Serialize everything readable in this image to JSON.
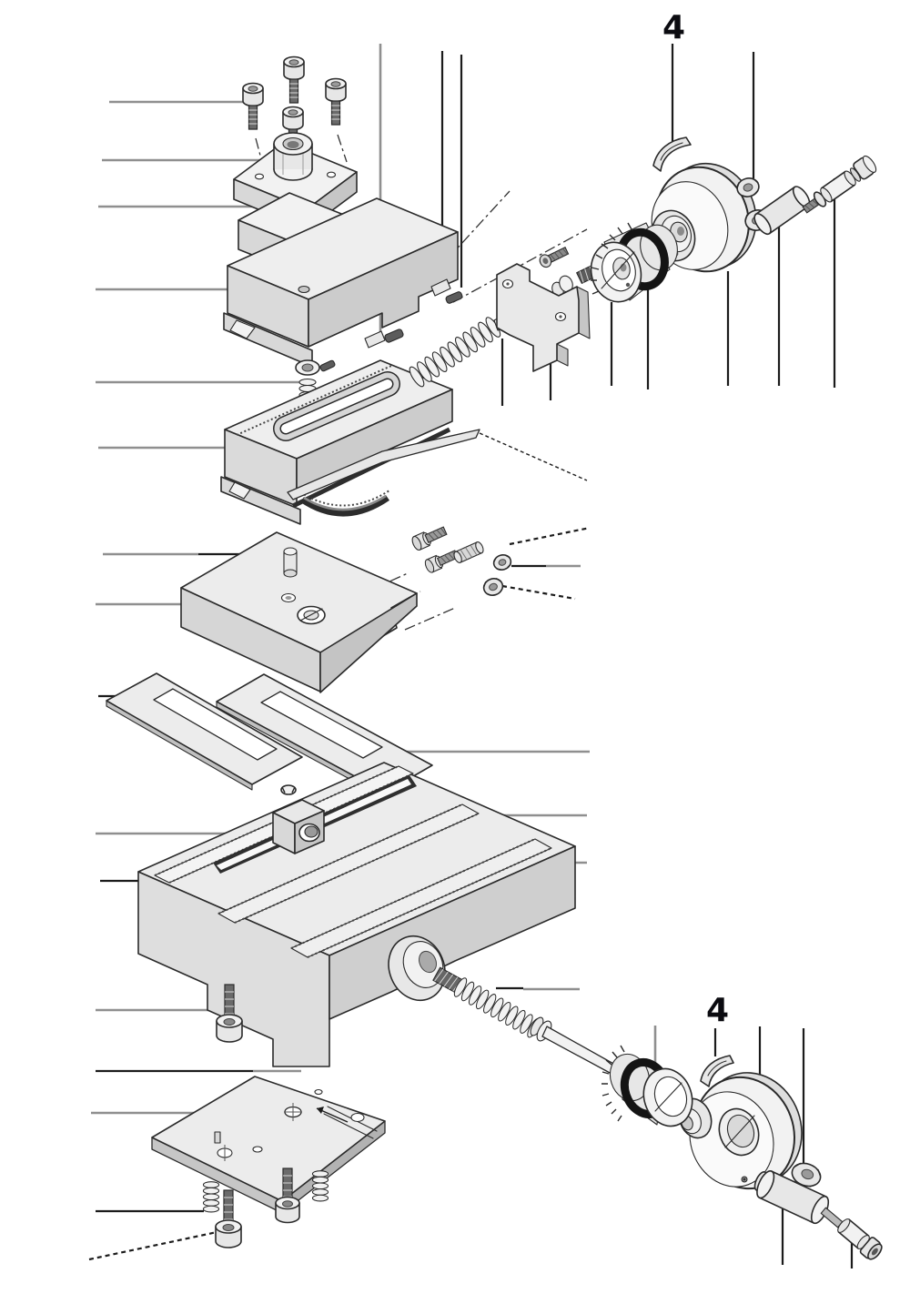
{
  "figure": {
    "kind": "exploded-assembly-line-drawing",
    "background": "#ffffff"
  },
  "callouts": {
    "top_label": "4",
    "bottom_label": "4"
  },
  "colors": {
    "outline": "#2a2a2a",
    "leader_gray": "#8f8f8f",
    "leader_black": "#1b1b1b",
    "fill_light": "#f2f2f2",
    "fill_mid": "#d8d8d8",
    "fill_dark": "#c6c6c6",
    "metal_dark": "#5c5c5c",
    "ring_black": "#141414",
    "callout_text": "#0b0b10"
  }
}
